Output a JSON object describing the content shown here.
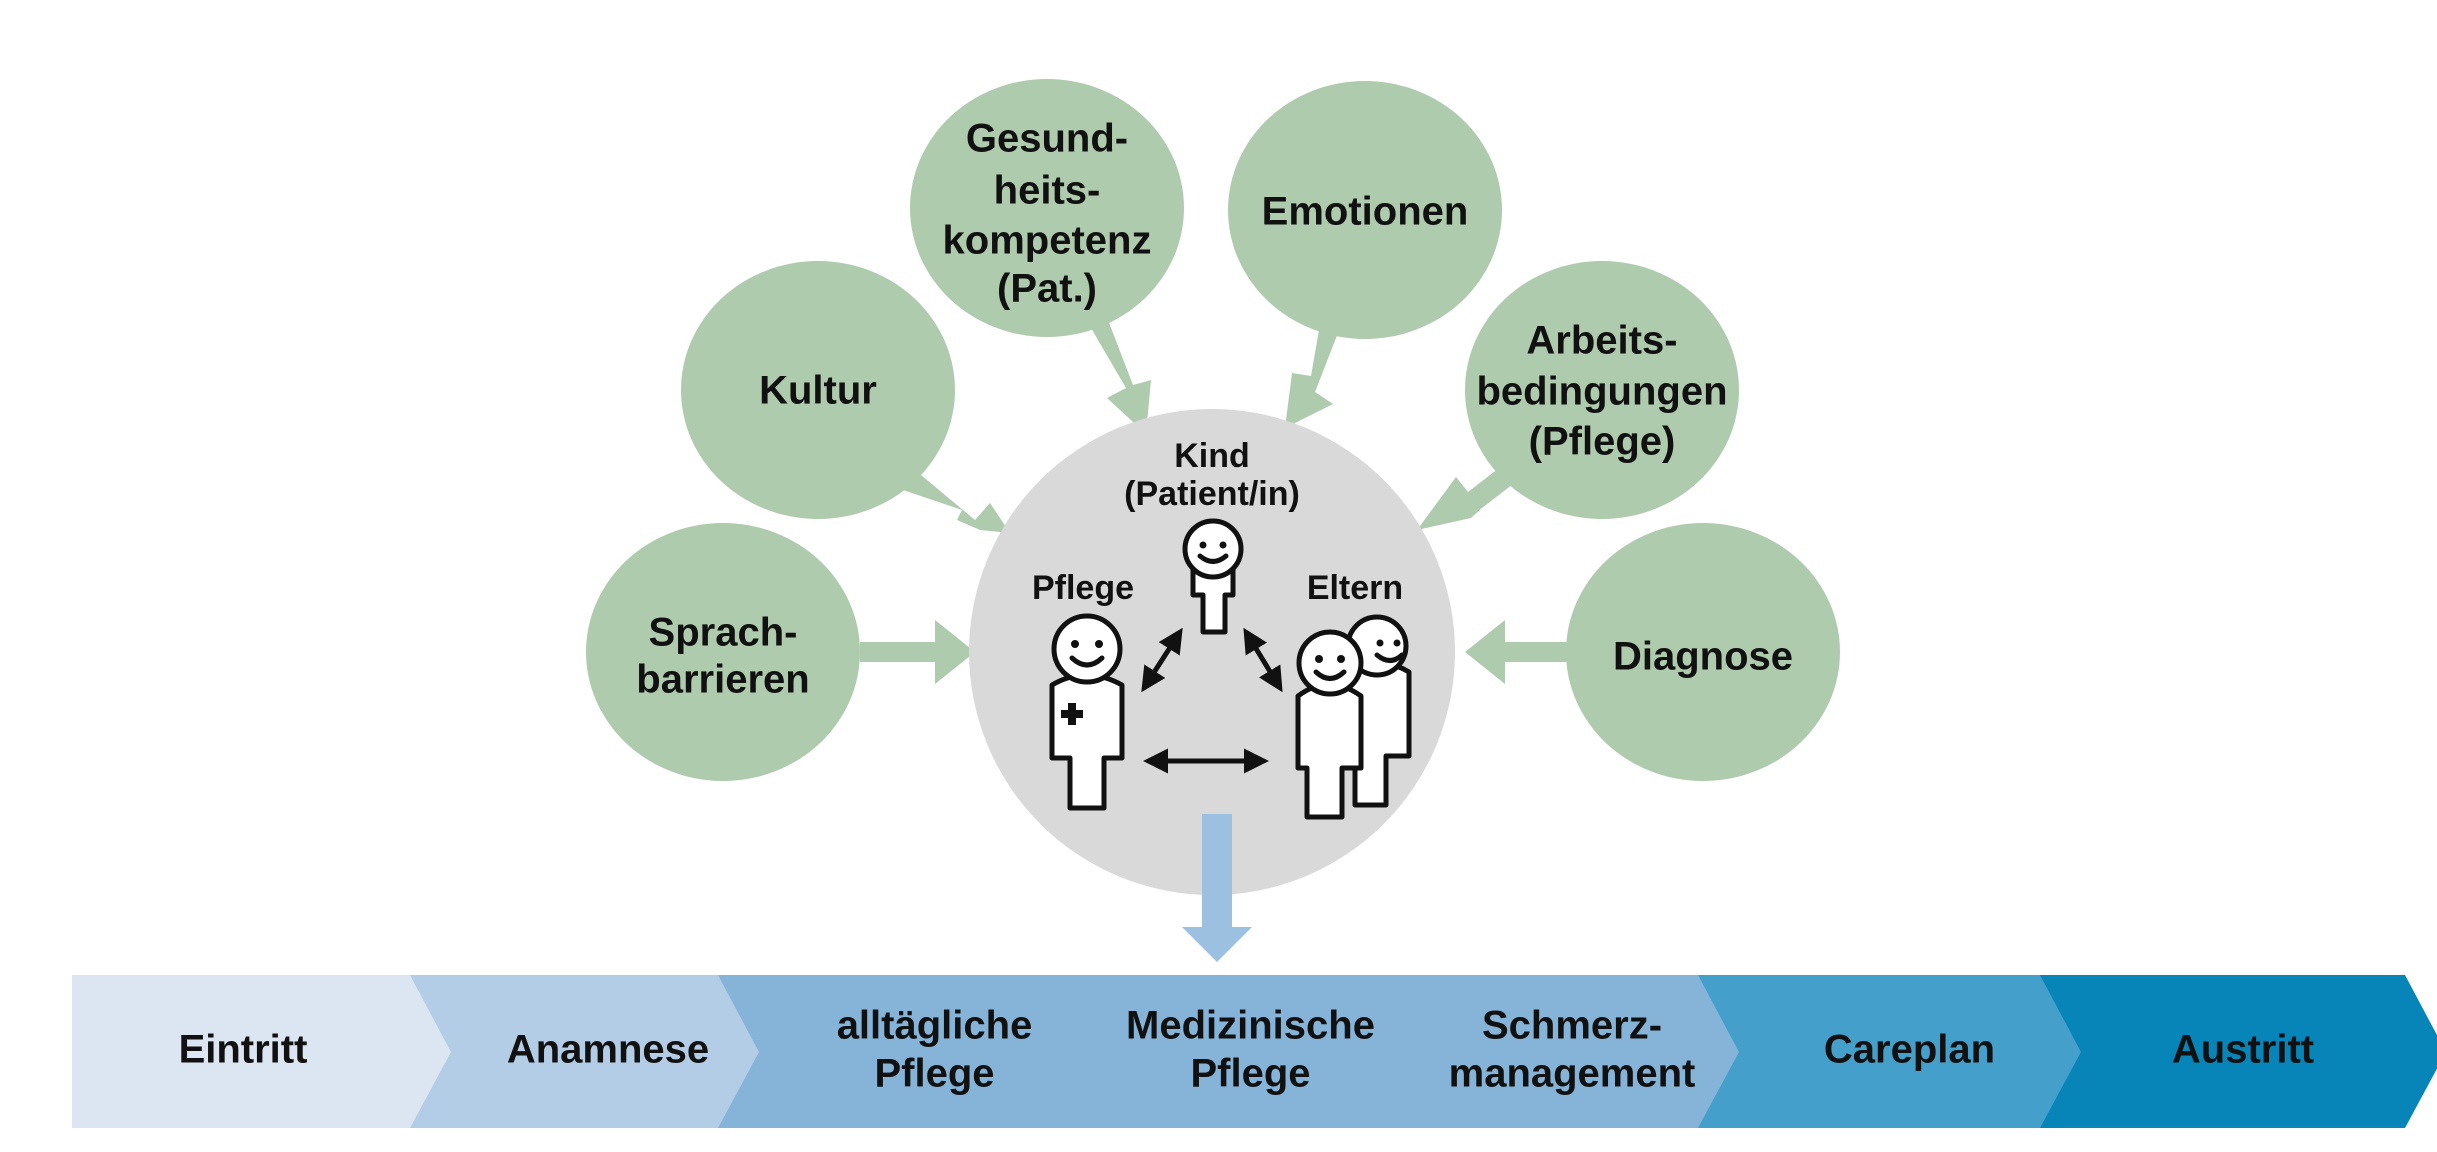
{
  "center": {
    "child_label_line1": "Kind",
    "child_label_line2": "(Patient/in)",
    "nurse_label": "Pflege",
    "parents_label": "Eltern",
    "colors": {
      "circle": "#d9d9d9",
      "figure_outline": "#111111",
      "figure_fill": "#ffffff"
    }
  },
  "factors": {
    "colors": {
      "bubble": "#afcbad",
      "arrow": "#afcbad"
    },
    "sprachbarrieren": [
      "Sprach-",
      "barrieren"
    ],
    "kultur": [
      "Kultur"
    ],
    "gesundheitskompetenz": [
      "Gesund-",
      "heits-",
      "kompetenz",
      "(Pat.)"
    ],
    "emotionen": [
      "Emotionen"
    ],
    "arbeitsbedingungen": [
      "Arbeits-",
      "bedingungen",
      "(Pflege)"
    ],
    "diagnose": [
      "Diagnose"
    ]
  },
  "process": {
    "connector_arrow_color": "#9bc0e0",
    "steps": [
      {
        "lines": [
          "Eintritt"
        ],
        "color": "#dce6f2",
        "text_color": "#111111"
      },
      {
        "lines": [
          "Anamnese"
        ],
        "color": "#b2cde5",
        "text_color": "#111111"
      },
      {
        "lines": [
          "alltägliche",
          "Pflege"
        ],
        "color": "#85b4d8",
        "text_color": "#111111"
      },
      {
        "lines": [
          "Medizinische",
          "Pflege"
        ],
        "color": "#85b4d8",
        "text_color": "#111111"
      },
      {
        "lines": [
          "Schmerz-",
          "management"
        ],
        "color": "#85b4d8",
        "text_color": "#111111"
      },
      {
        "lines": [
          "Careplan"
        ],
        "color": "#449fca",
        "text_color": "#ffffff"
      },
      {
        "lines": [
          "Austritt"
        ],
        "color": "#0784b8",
        "text_color": "#ffffff"
      }
    ]
  }
}
